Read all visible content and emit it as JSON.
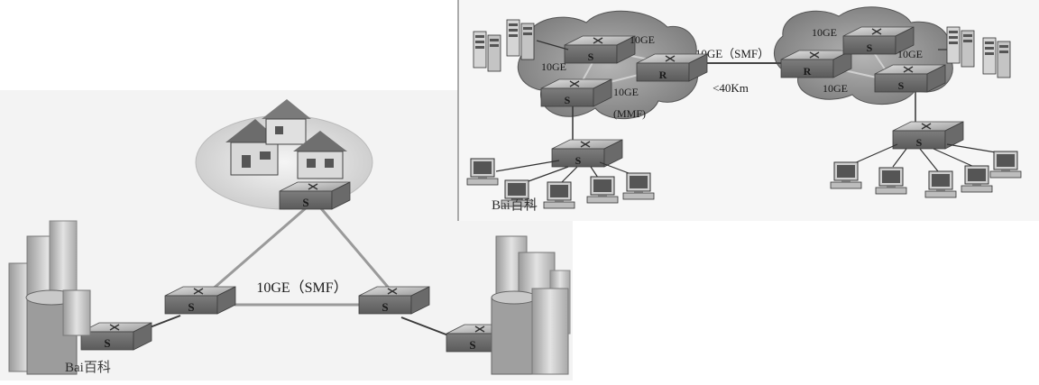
{
  "left_diagram": {
    "link_top_label": "10GE（SMF）",
    "switch_symbol": "S",
    "watermark": "Bai百科"
  },
  "right_diagram": {
    "cloud_left_links": [
      "10GE",
      "10GE",
      "10GE",
      "(MMF)"
    ],
    "router_symbol": "R",
    "switch_symbol": "S",
    "wan_link_label": "10GE（SMF）",
    "distance_label": "<40Km",
    "cloud_right_links": [
      "10GE",
      "10GE",
      "10GE"
    ],
    "watermark": "Bai百科"
  },
  "colors": {
    "device_fill": "#8a8a8a",
    "device_top": "#c9c9c9",
    "cloud": "#8f8f8f",
    "building": "#bdbdbd",
    "panel_bg": "#f3f3f3"
  }
}
